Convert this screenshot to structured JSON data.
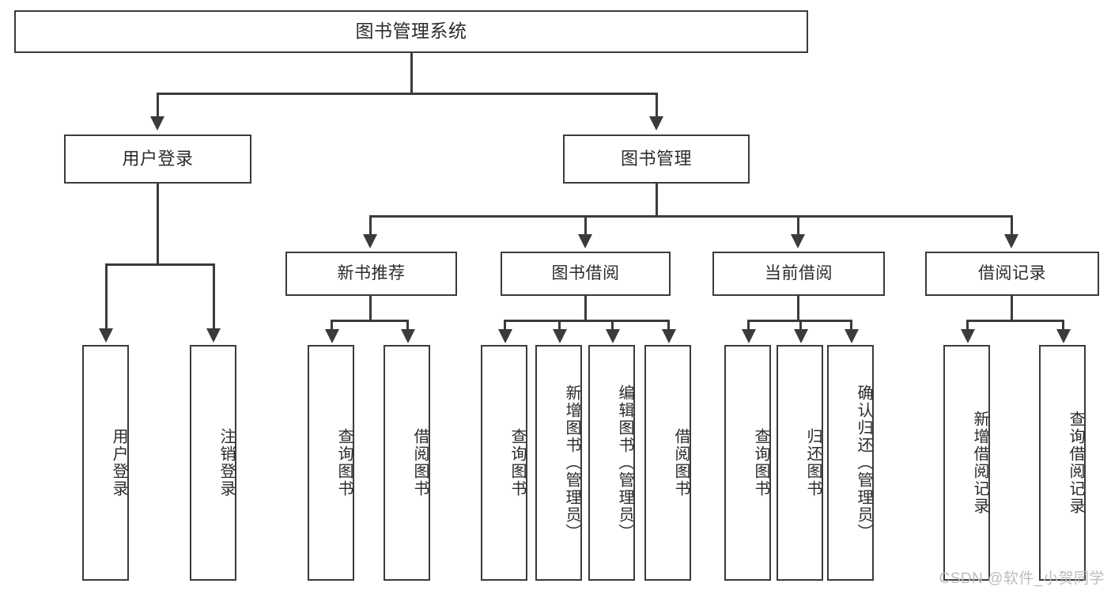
{
  "diagram": {
    "title": "图书管理系统",
    "type": "功能结构图",
    "watermark": "CSDN @软件_小贺同学",
    "colors": {
      "stroke": "#3b3b3b",
      "fill": "#ffffff",
      "text": "#2b2b2b",
      "watermark": "#bdbdbd"
    }
  },
  "nodes": {
    "root": {
      "label": "图书管理系统"
    },
    "level2": [
      {
        "id": "user-login",
        "label": "用户登录"
      },
      {
        "id": "book-manage",
        "label": "图书管理"
      }
    ],
    "level3": [
      {
        "id": "new-book-recommend",
        "label": "新书推荐"
      },
      {
        "id": "book-borrow",
        "label": "图书借阅"
      },
      {
        "id": "current-borrow",
        "label": "当前借阅"
      },
      {
        "id": "borrow-record",
        "label": "借阅记录"
      }
    ],
    "leaves": {
      "user-login": [
        {
          "id": "leaf-user-login",
          "label": "用户登录"
        },
        {
          "id": "leaf-logout-login",
          "label": "注销登录"
        }
      ],
      "new-book-recommend": [
        {
          "id": "leaf-query-book-1",
          "label": "查询图书"
        },
        {
          "id": "leaf-borrow-book-1",
          "label": "借阅图书"
        }
      ],
      "book-borrow": [
        {
          "id": "leaf-query-book-2",
          "label": "查询图书"
        },
        {
          "id": "leaf-add-book-admin",
          "label": "新增图书（管理员）"
        },
        {
          "id": "leaf-edit-book-admin",
          "label": "编辑图书（管理员）"
        },
        {
          "id": "leaf-borrow-book-2",
          "label": "借阅图书"
        }
      ],
      "current-borrow": [
        {
          "id": "leaf-query-book-3",
          "label": "查询图书"
        },
        {
          "id": "leaf-return-book",
          "label": "归还图书"
        },
        {
          "id": "leaf-confirm-return-admin",
          "label": "确认归还（管理员）"
        }
      ],
      "borrow-record": [
        {
          "id": "leaf-add-borrow-record",
          "label": "新增借阅记录"
        },
        {
          "id": "leaf-query-borrow-record",
          "label": "查询借阅记录"
        }
      ]
    }
  }
}
